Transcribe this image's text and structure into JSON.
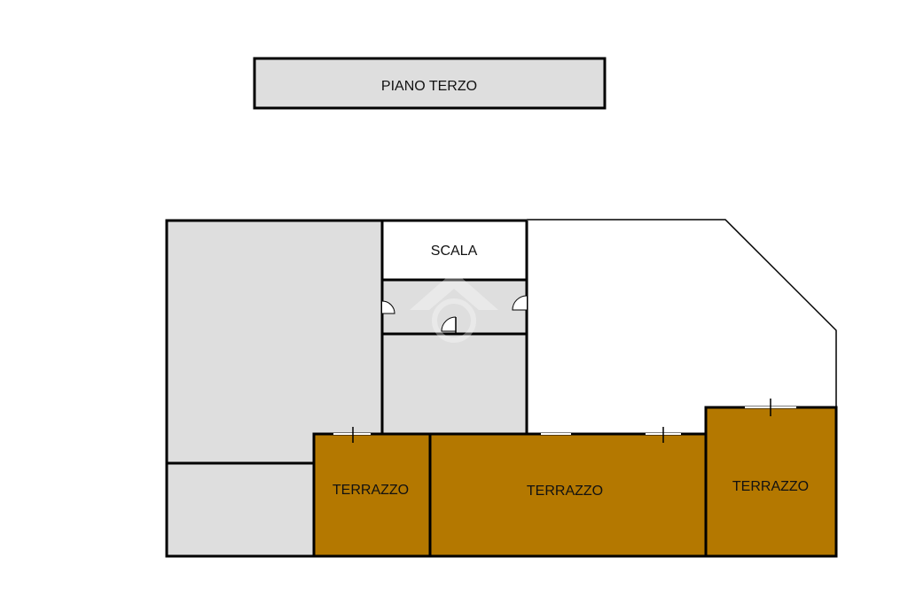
{
  "title": "PIANO TERZO",
  "rooms": {
    "scala": "SCALA",
    "terrazzo_left": "TERRAZZO",
    "terrazzo_center": "TERRAZZO",
    "terrazzo_right": "TERRAZZO"
  },
  "colors": {
    "interior": "#dedede",
    "terrace": "#b47800",
    "wall": "#000000",
    "background": "#ffffff"
  }
}
